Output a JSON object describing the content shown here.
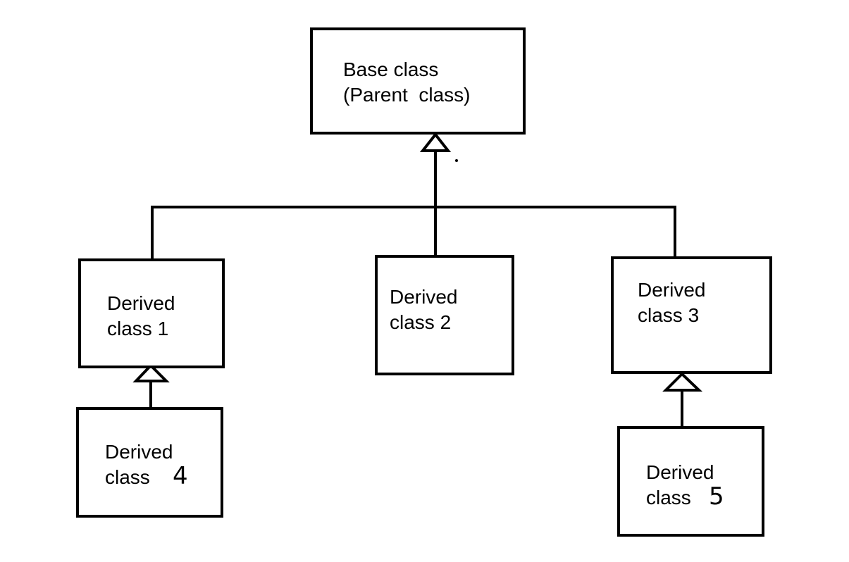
{
  "diagram": {
    "base": {
      "line1": "Base class",
      "line2": "(Parent  class)"
    },
    "derived1": {
      "line1": "Derived",
      "line2": "class 1"
    },
    "derived2": {
      "line1": "Derived",
      "line2": "class 2"
    },
    "derived3": {
      "line1": "Derived",
      "line2": "class 3"
    },
    "derived4": {
      "line1": "Derived",
      "line2_prefix": "class",
      "number": "4"
    },
    "derived5": {
      "line1": "Derived",
      "line2_prefix": "class",
      "number": "5"
    },
    "colors": {
      "stroke": "#000000",
      "background": "#ffffff"
    }
  }
}
